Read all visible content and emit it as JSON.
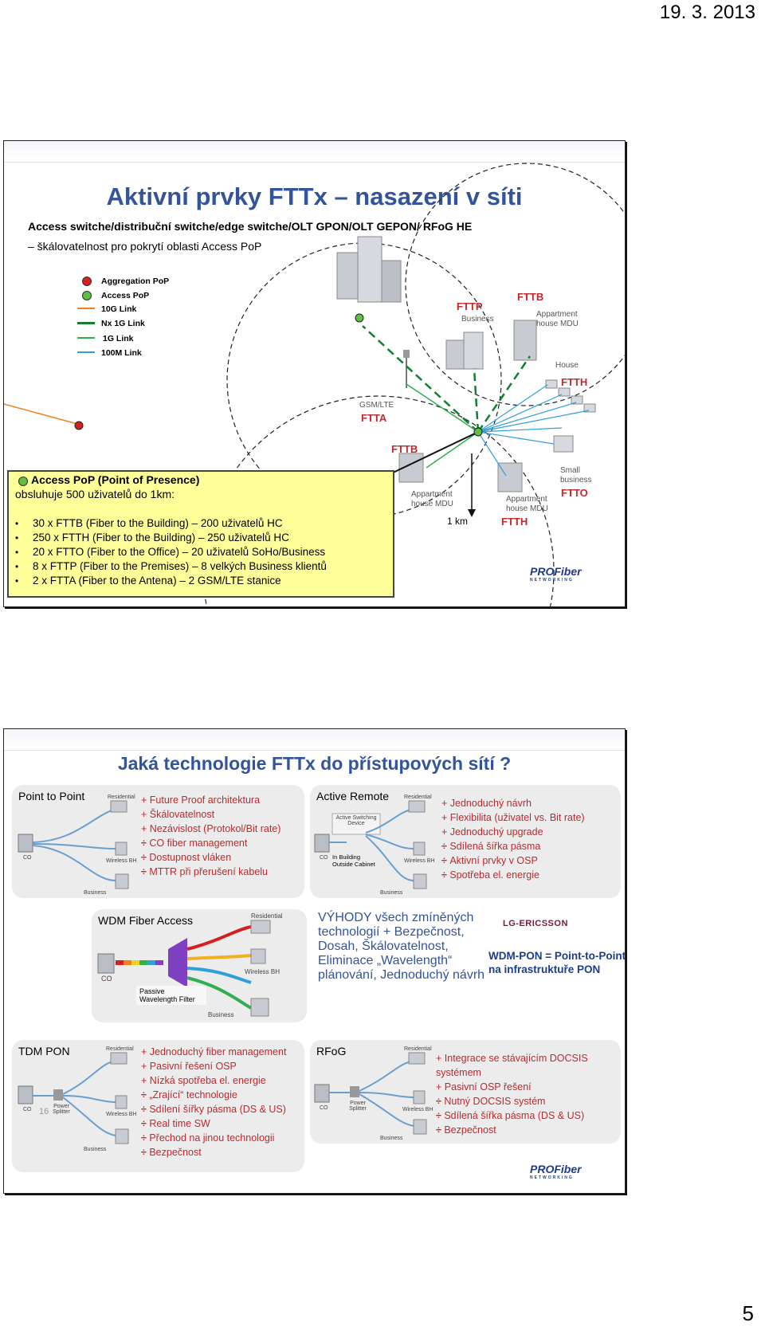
{
  "header": {
    "date": "19. 3. 2013"
  },
  "footer": {
    "page_number": "5"
  },
  "slide1": {
    "title": "Aktivní prvky FTTx – nasazení v síti",
    "subtitle": "Access switche/distribuční switche/edge switche/OLT GPON/OLT GEPON/ RFoG HE",
    "subtitle2": "– škálovatelnost pro pokrytí oblasti Access PoP",
    "legend": [
      {
        "label": "Aggregation PoP",
        "color": "#d62020",
        "kind": "dot"
      },
      {
        "label": "Access PoP",
        "color": "#60c040",
        "kind": "dot"
      },
      {
        "label": "10G Link",
        "color": "#f08020",
        "kind": "line"
      },
      {
        "label": "Nx 1G Link",
        "color": "#108030",
        "kind": "line"
      },
      {
        "label": "1G Link",
        "color": "#30b050",
        "kind": "line"
      },
      {
        "label": "100M Link",
        "color": "#30a0d8",
        "kind": "line"
      }
    ],
    "labels": {
      "fttp": "FTTP",
      "business": "Business",
      "fttb_top": "FTTB",
      "mdu_top": "Appartment house MDU",
      "house": "House",
      "ftth_right": "FTTH",
      "gsm": "GSM/LTE",
      "ftta": "FTTA",
      "fttb_mid": "FTTB",
      "small_business": "Small business",
      "ftto": "FTTO",
      "mdu_left": "Appartment house MDU",
      "mdu_right": "Appartment house MDU",
      "km": "1 km",
      "ftth_bottom": "FTTH"
    },
    "infobox": {
      "title": "Access PoP (Point of Presence)",
      "subtitle": "obsluhuje 500 uživatelů do 1km:",
      "items": [
        "30 x FTTB (Fiber to the Building) – 200 uživatelů HC",
        "250 x FTTH (Fiber to the Building) – 250 uživatelů HC",
        "20 x FTTO (Fiber to the Office) – 20 uživatelů SoHo/Business",
        "8 x FTTP (Fiber to the Premises) – 8 velkých Business klientů",
        "2 x FTTA (Fiber to the Antena) – 2 GSM/LTE stanice"
      ]
    },
    "brand": {
      "name": "PROFiber",
      "tagline": "NETWORKING"
    }
  },
  "slide2": {
    "title": "Jaká technologie FTTx do přístupových sítí ?",
    "p2p": {
      "title": "Point to Point",
      "diagram": {
        "co": "CO",
        "residential": "Residential",
        "wireless": "Wireless BH",
        "business": "Business"
      },
      "pros": [
        "Future Proof architektura",
        "Škálovatelnost",
        "Nezávislost (Protokol/Bit rate)"
      ],
      "cons": [
        "CO fiber management",
        "Dostupnost vláken",
        "MTTR při přerušení kabelu"
      ]
    },
    "active_remote": {
      "title": "Active Remote",
      "diagram": {
        "co": "CO",
        "device": "Active Switching Device",
        "cabinet": "In Building Outside Cabinet",
        "residential": "Residential",
        "wireless": "Wireless BH",
        "business": "Business"
      },
      "pros": [
        "Jednoduchý návrh",
        "Flexibilita (uživatel vs. Bit rate)",
        "Jednoduchý upgrade"
      ],
      "cons": [
        "Sdílená šířka pásma",
        "Aktivní prvky v OSP",
        "Spotřeba el. energie"
      ]
    },
    "wdm": {
      "title": "WDM Fiber Access",
      "diagram": {
        "co": "CO",
        "filter": "Passive Wavelength Filter",
        "residential": "Residential",
        "wireless": "Wireless BH",
        "business": "Business"
      },
      "advantages": "VÝHODY všech zmíněných technologií + Bezpečnost, Dosah, Škálovatelnost, Eliminace „Wavelength“ plánování, Jednoduchý návrh",
      "logo": "LG-ERICSSON",
      "pon_note": "WDM-PON = Point-to-Point na infrastruktuře PON"
    },
    "tdm": {
      "title": "TDM PON",
      "diagram": {
        "co": "CO",
        "splitter": "Power Splitter",
        "residential": "Residential",
        "wireless": "Wireless BH",
        "business": "Business"
      },
      "pros": [
        "Jednoduchý fiber management",
        "Pasivní řešení OSP",
        "Nízká spotřeba el. energie"
      ],
      "cons": [
        "„Zrající“ technologie",
        "Sdílení šířky pásma (DS & US)",
        "Real time SW",
        "Přechod na jinou technologii",
        "Bezpečnost"
      ]
    },
    "rfog": {
      "title": "RFoG",
      "diagram": {
        "co": "CO",
        "splitter": "Power Splitter",
        "residential": "Residential",
        "wireless": "Wireless BH",
        "business": "Business"
      },
      "pros": [
        "Integrace se stávajícím DOCSIS systémem",
        "Pasivní OSP řešení"
      ],
      "cons": [
        "Nutný DOCSIS systém",
        "Sdílená šířka pásma (DS & US)",
        "Bezpečnost"
      ]
    },
    "slide_number": "16",
    "brand": {
      "name": "PROFiber",
      "tagline": "NETWORKING"
    }
  }
}
